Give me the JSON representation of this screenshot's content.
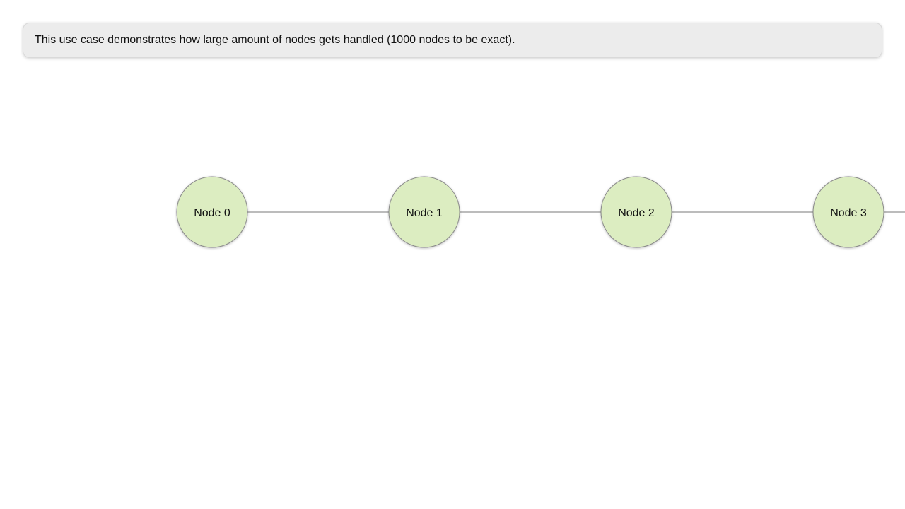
{
  "banner": {
    "text": "This use case demonstrates how large amount of nodes gets handled (1000 nodes to be exact)."
  },
  "graph": {
    "node_fill": "#dcedc1",
    "node_stroke": "#8a8a8a",
    "edge_color": "#a6a6a6",
    "nodes": [
      {
        "label": "Node 0"
      },
      {
        "label": "Node 1"
      },
      {
        "label": "Node 2"
      },
      {
        "label": "Node 3"
      }
    ]
  }
}
